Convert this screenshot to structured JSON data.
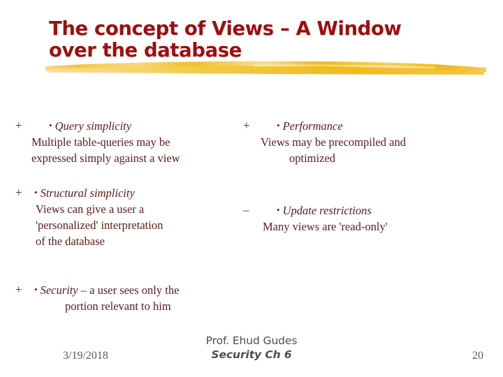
{
  "slide": {
    "title": "The concept of Views – A Window\nover the database",
    "title_color": "#A00D0D",
    "body_color": "#5E1A19",
    "accent_brush_color": "#F2BE2C",
    "background": "#ffffff"
  },
  "columns": {
    "left": [
      {
        "marker": "+",
        "bullet_dot": "•",
        "lead_emphasis": "Query simplicity",
        "lead_tail": "",
        "sub_lines": [
          "Multiple table-queries may be",
          "expressed simply against a view"
        ]
      },
      {
        "marker": "+",
        "bullet_dot": "•",
        "lead_emphasis": "Structural simplicity",
        "lead_tail": "",
        "sub_lines": [
          "Views can give a user a",
          "'personalized' interpretation",
          "of the database"
        ]
      },
      {
        "marker": "+",
        "bullet_dot": "•",
        "lead_emphasis": "Security",
        "lead_tail": " – a user sees only the",
        "sub_lines": [
          "portion relevant to him"
        ]
      }
    ],
    "right": [
      {
        "marker": "+",
        "bullet_dot": "•",
        "lead_emphasis": "Performance",
        "lead_tail": "",
        "sub_lines": [
          "Views may be precompiled and",
          "optimized"
        ]
      },
      {
        "marker": "–",
        "bullet_dot": "•",
        "lead_emphasis": "Update restrictions",
        "lead_tail": "",
        "sub_lines": [
          "Many views are 'read-only'"
        ]
      }
    ]
  },
  "footer": {
    "date": "3/19/2018",
    "author": "Prof. Ehud Gudes",
    "course": "Security  Ch 6",
    "page_number": "20",
    "text_color": "#4D4D4D"
  }
}
